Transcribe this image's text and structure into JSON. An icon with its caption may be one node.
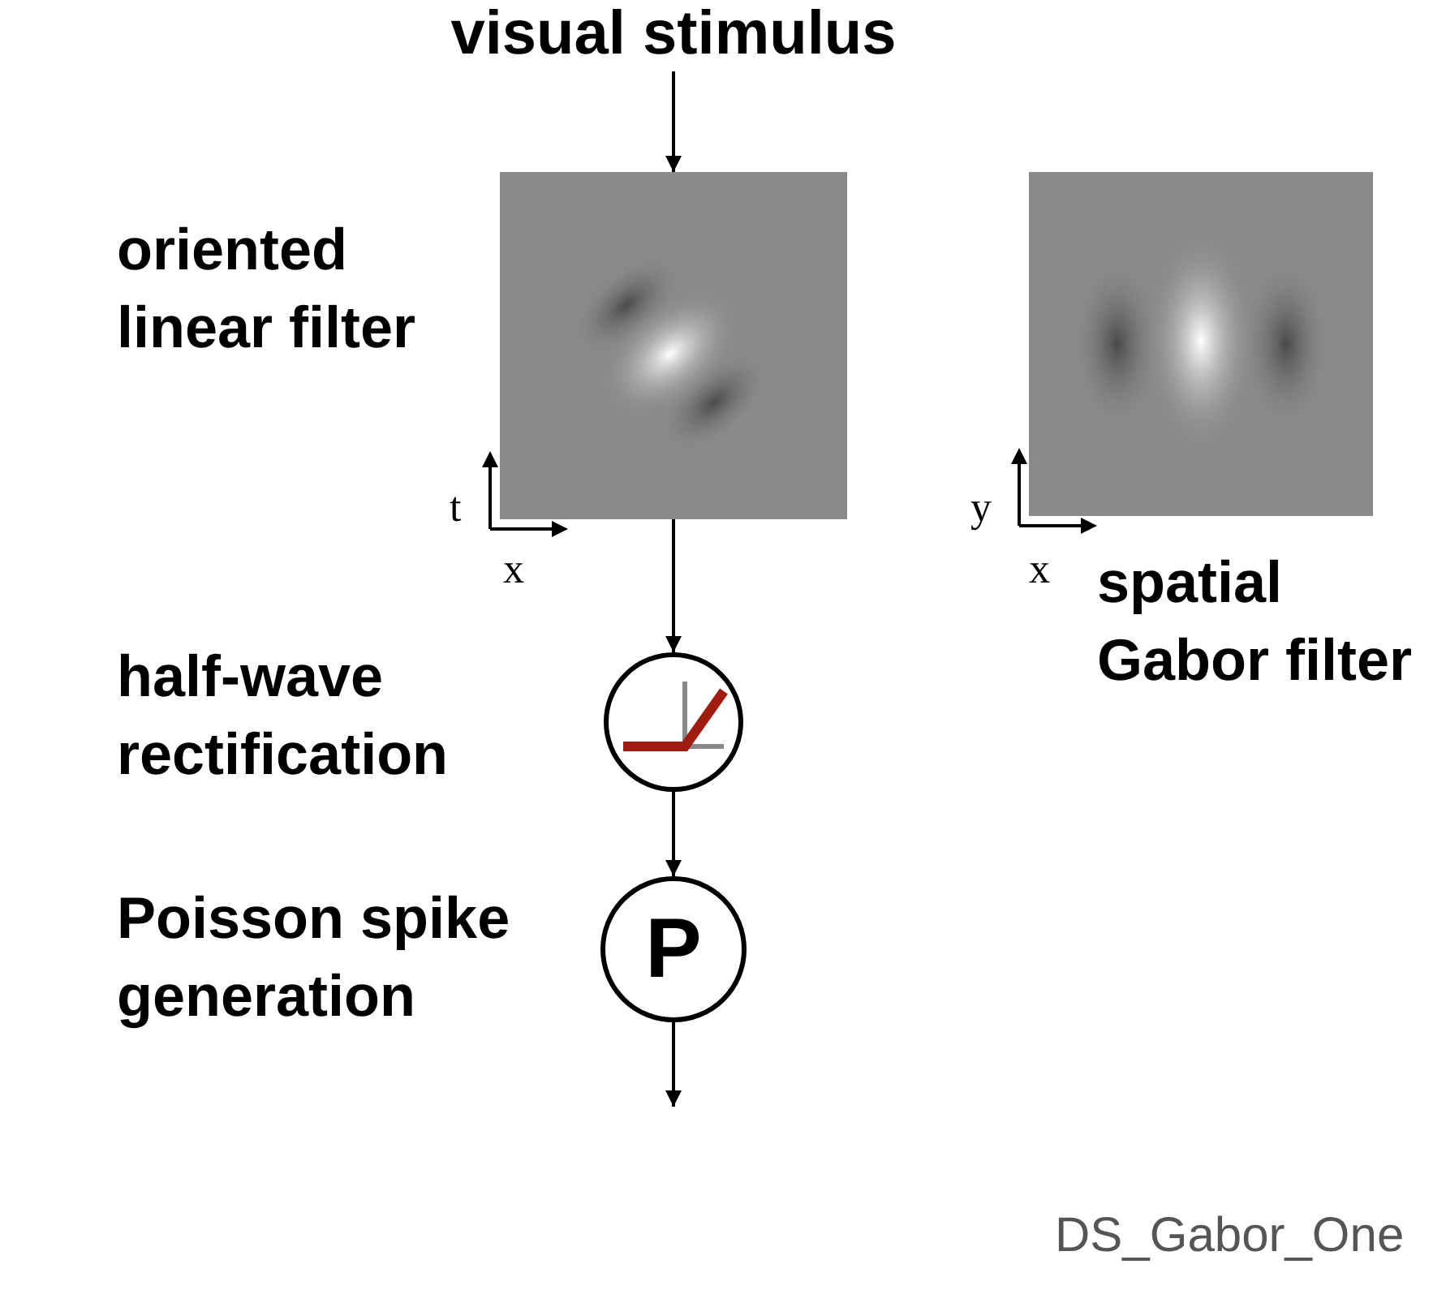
{
  "diagram": {
    "nodes": [
      {
        "text": [
          "visual stimulus"
        ]
      },
      {
        "text": [],
        "shape": "picture",
        "beside": [
          "oriented linear filter"
        ]
      },
      {
        "text": [],
        "shape": "circle",
        "beside": [
          "half-wave rectification"
        ]
      },
      {
        "text": [
          "P"
        ],
        "beside": [
          "Poisson spike generation"
        ]
      },
      {
        "text": [],
        "shape": "picture",
        "beside": [
          "spatial Gabor filter"
        ]
      }
    ],
    "edges": [
      {
        "from": 0,
        "to": 1,
        "arrow": "to"
      },
      {
        "from": 1,
        "to": 2,
        "arrow": "to"
      },
      {
        "from": 2,
        "to": 3,
        "arrow": "to"
      },
      {
        "from": 3,
        "to": null,
        "arrow": "to"
      }
    ],
    "labels": [
      "t",
      "x",
      "y",
      "x",
      "DS_Gabor_One"
    ]
  }
}
